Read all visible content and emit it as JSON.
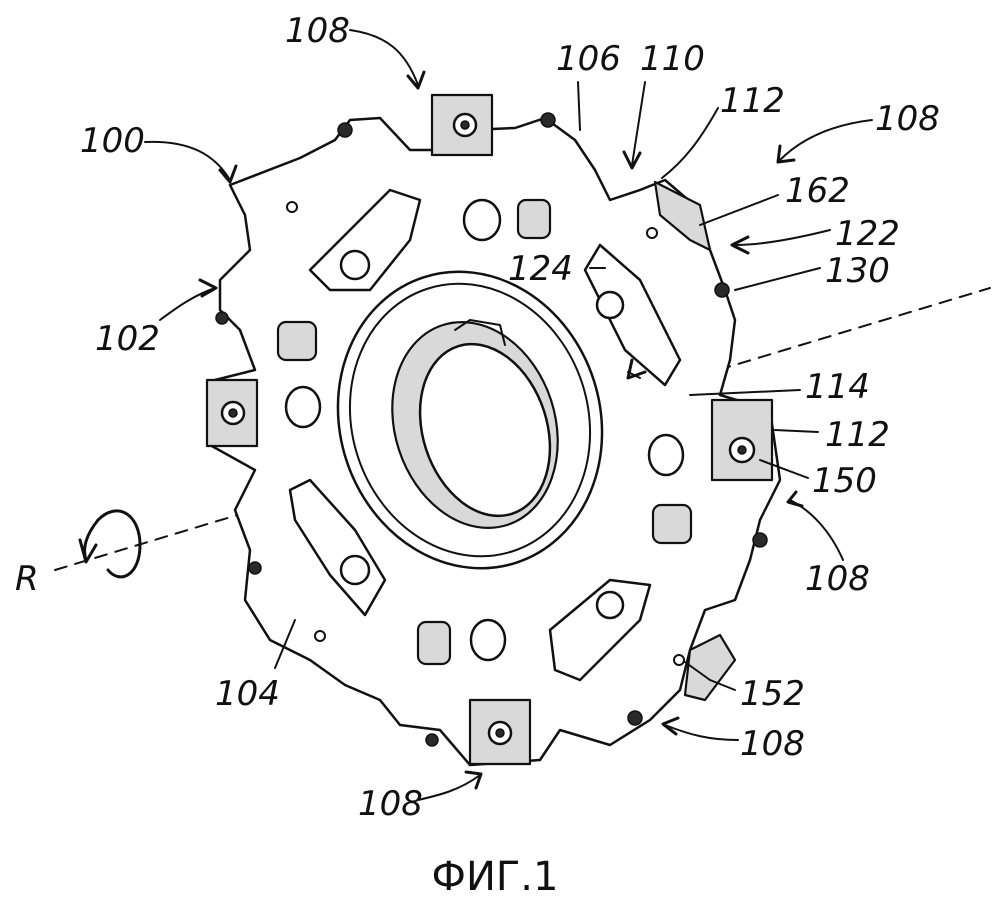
{
  "figure": {
    "caption": "ФИГ.1",
    "axis_label": "R",
    "labels": {
      "l100": "100",
      "l102": "102",
      "l104": "104",
      "l106": "106",
      "l110": "110",
      "l108_top": "108",
      "l108_upright": "108",
      "l108_right": "108",
      "l108_lowright": "108",
      "l108_bottom": "108",
      "l112_top": "112",
      "l112_right": "112",
      "l114": "114",
      "l122": "122",
      "l124": "124",
      "l130": "130",
      "l150": "150",
      "l152": "152",
      "l162": "162"
    }
  }
}
